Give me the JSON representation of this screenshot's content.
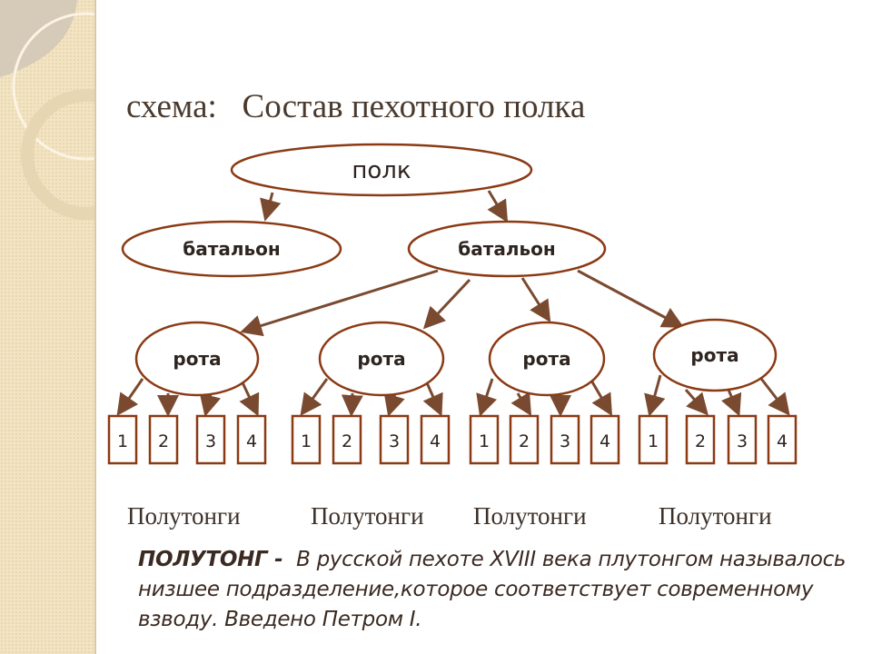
{
  "title": "схема:   Состав пехотного полка",
  "diagram": {
    "root": "полк",
    "battalions": [
      "батальон",
      "батальон"
    ],
    "companies": [
      "рота",
      "рота",
      "рота",
      "рота"
    ],
    "platoon_numbers": [
      "1",
      "2",
      "3",
      "4"
    ],
    "group_labels": [
      "Полутонги",
      "Полутонги",
      "Полутонги",
      "Полутонги"
    ]
  },
  "definition": {
    "term": "ПОЛУТОНГ",
    "dash": " - ",
    "text": " В русской пехоте  XVIII века плутонгом называлось низшее подразделение,которое соответствует современному взводу. Введено Петром I."
  },
  "colors": {
    "stroke": "#8b3a14",
    "arrow": "#7a4a30",
    "text": "#2e2420"
  }
}
